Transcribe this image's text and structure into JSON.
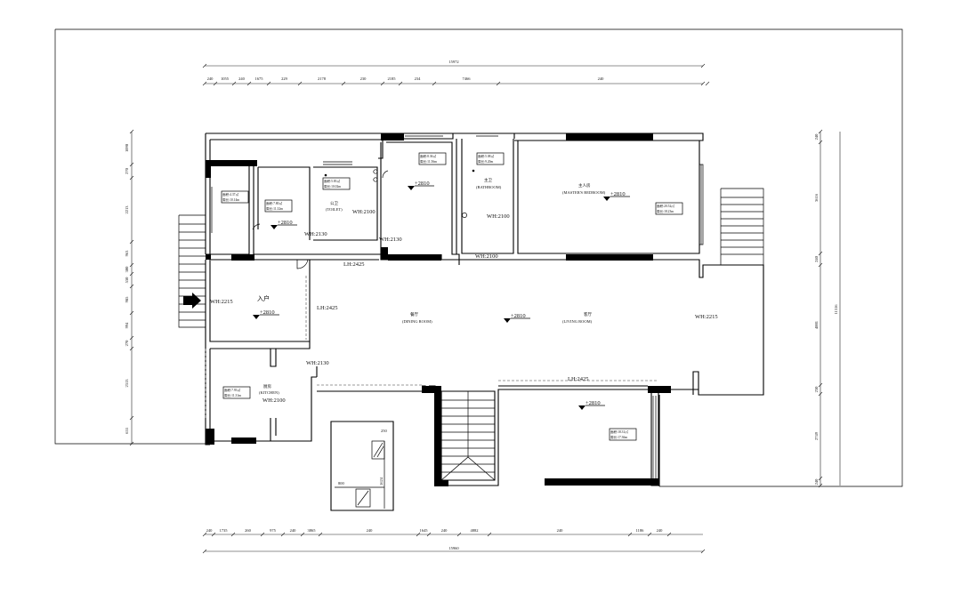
{
  "dims": {
    "top_total": "15972",
    "top": [
      "240",
      "1055",
      "240",
      "1675",
      "229",
      "2178",
      "230",
      "2185",
      "234",
      "7466",
      "240"
    ],
    "bottom": [
      "240",
      "1735",
      "260",
      "975",
      "240",
      "3865",
      "240",
      "1645",
      "240",
      "4882",
      "240",
      "1186",
      "240"
    ],
    "bottom_total": "15960",
    "left": [
      "1090",
      "270",
      "2213",
      "963",
      "300",
      "530",
      "985",
      "994",
      "270",
      "2313",
      "653"
    ],
    "right": [
      "240",
      "3616",
      "240",
      "4001",
      "230",
      "2749",
      "240"
    ],
    "right_total": "11316",
    "stair_a": "800",
    "stair_b": "1624",
    "stair_c": "250"
  },
  "rooms": {
    "master_bedroom_cn": "主人房",
    "master_bedroom_en": "(MASTER'S BEDROOM)",
    "master_bath_cn": "主卫",
    "master_bath_en": "(BATHROOM)",
    "toilet_cn": "公卫",
    "toilet_en": "(TOILET)",
    "entry_cn": "入户",
    "dining_cn": "餐厅",
    "dining_en": "(DINING ROOM)",
    "living_cn": "客厅",
    "living_en": "(LIVING ROOM)",
    "kitchen_cn": "厨房",
    "kitchen_en": "(KITCHEN)"
  },
  "levels": {
    "h2810": "+2810"
  },
  "heights": {
    "wh2100": "WH:2100",
    "wh2130": "WH:2130",
    "wh2215": "WH:2215",
    "lh2425": "LH:2425"
  },
  "tags": {
    "area_a": "面积:4.37㎡",
    "perim_a": "周长:10.14m",
    "area_b": "面积:7.80㎡",
    "perim_b": "周长:11.32m",
    "area_c": "面积:5.83㎡",
    "perim_c": "周长:10.02m",
    "area_d": "面积:8.36㎡",
    "perim_d": "周长:11.56m",
    "area_e": "面积:5.08㎡",
    "perim_e": "周长:9.20m",
    "area_f": "面积:20.52㎡",
    "perim_f": "周长:18.23m",
    "area_g": "面积:7.93㎡",
    "perim_g": "周长:11.31m",
    "area_h": "面积:18.31㎡",
    "perim_h": "周长:17.36m"
  }
}
